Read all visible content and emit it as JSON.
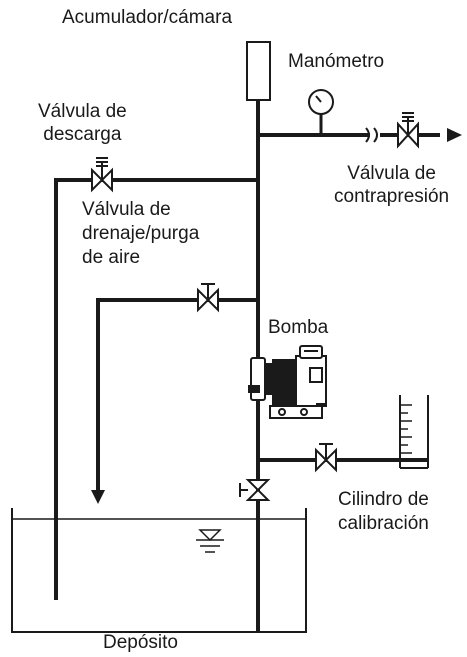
{
  "labels": {
    "accumulator": "Acumulador/cámara",
    "manometer": "Manómetro",
    "discharge_valve": [
      "Válvula de",
      "descarga"
    ],
    "backpressure_valve": [
      "Válvula de",
      "contrapresión"
    ],
    "drain_valve": [
      "Válvula de",
      "drenaje/purga",
      "de aire"
    ],
    "pump": "Bomba",
    "calibration_cylinder": [
      "Cilindro de",
      "calibración"
    ],
    "tank": "Depósito"
  },
  "colors": {
    "line": "#1a1a1a",
    "background": "#ffffff"
  }
}
